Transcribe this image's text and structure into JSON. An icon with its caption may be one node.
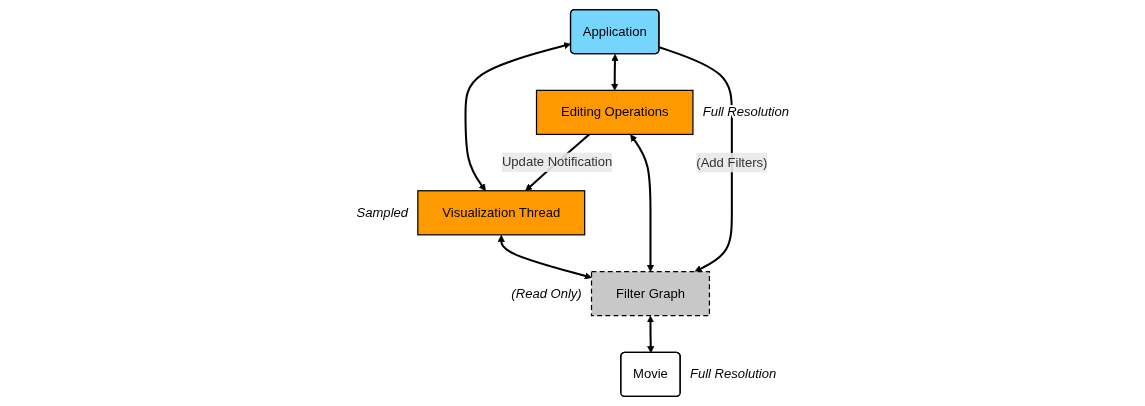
{
  "diagram": {
    "nodes": [
      {
        "text": [
          "Application"
        ]
      },
      {
        "text": [
          "Visualization Thread"
        ],
        "beside": [
          "Sampled"
        ]
      },
      {
        "text": [
          "Editing Operations"
        ],
        "beside": [
          "Full Resolution"
        ]
      },
      {
        "text": [
          "Filter Graph"
        ],
        "beside": [
          "(Read Only)"
        ]
      },
      {
        "text": [
          "Movie"
        ],
        "beside": [
          "Full Resolution"
        ]
      }
    ],
    "edges": [
      {
        "from": 0,
        "to": 1,
        "arrow": "both"
      },
      {
        "from": 0,
        "to": 2,
        "arrow": "both"
      },
      {
        "from": 2,
        "to": 1,
        "arrow": "to",
        "label": "Update Notification"
      },
      {
        "from": 1,
        "to": 3,
        "arrow": "both"
      },
      {
        "from": 2,
        "to": 3,
        "arrow": "both"
      },
      {
        "from": 0,
        "to": 3,
        "arrow": "to",
        "label": "(Add Filters)"
      },
      {
        "from": 3,
        "to": 4,
        "arrow": "both"
      }
    ]
  }
}
